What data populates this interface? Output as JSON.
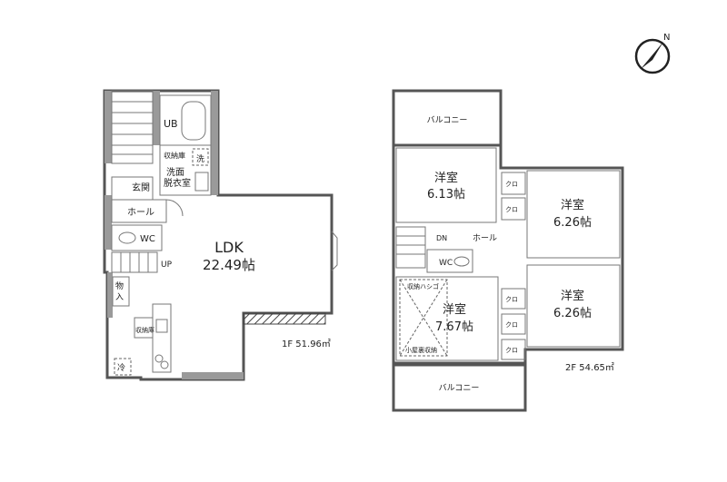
{
  "floor1": {
    "ldk_name": "LDK",
    "ldk_size": "22.49帖",
    "ub": "UB",
    "storage": "収納庫",
    "laundry": "洗",
    "washroom_line1": "洗面",
    "washroom_line2": "脱衣室",
    "genkan": "玄関",
    "hall": "ホール",
    "wc": "WC",
    "up": "UP",
    "storeroom_line1": "物",
    "storeroom_line2": "入",
    "kitchen_storage": "収納庫",
    "fridge": "冷",
    "area": "1F 51.96㎡"
  },
  "floor2": {
    "balcony_top": "バルコニー",
    "balcony_bottom": "バルコニー",
    "room1_name": "洋室",
    "room1_size": "6.13帖",
    "room2_name": "洋室",
    "room2_size": "6.26帖",
    "room3_name": "洋室",
    "room3_size": "6.26帖",
    "room4_name": "洋室",
    "room4_size": "7.67帖",
    "closet": "クロ",
    "dn": "DN",
    "hall": "ホール",
    "wc": "WC",
    "storage_stairs": "収納ハシゴ",
    "attic_storage": "小屋裏収納",
    "area": "2F 54.65㎡"
  },
  "compass": {
    "label": "N"
  }
}
